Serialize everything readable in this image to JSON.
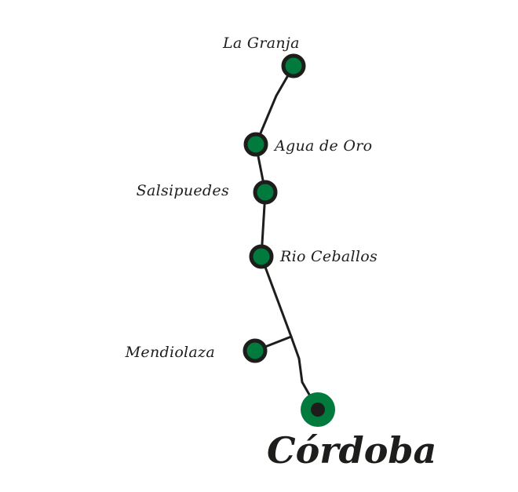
{
  "colors": {
    "route": "#1d1d1b",
    "stop_fill": "#007a3d",
    "stop_ring": "#1d1d1b",
    "terminal_fill": "#007a3d",
    "terminal_core": "#1d1d1b"
  },
  "stops": [
    {
      "id": "la-granja",
      "name": "La Granja"
    },
    {
      "id": "agua-de-oro",
      "name": "Agua de Oro"
    },
    {
      "id": "salsipuedes",
      "name": "Salsipuedes"
    },
    {
      "id": "rio-ceballos",
      "name": "Rio Ceballos"
    },
    {
      "id": "mendiolaza",
      "name": "Mendiolaza"
    }
  ],
  "terminal": {
    "id": "cordoba",
    "name": "Córdoba"
  }
}
